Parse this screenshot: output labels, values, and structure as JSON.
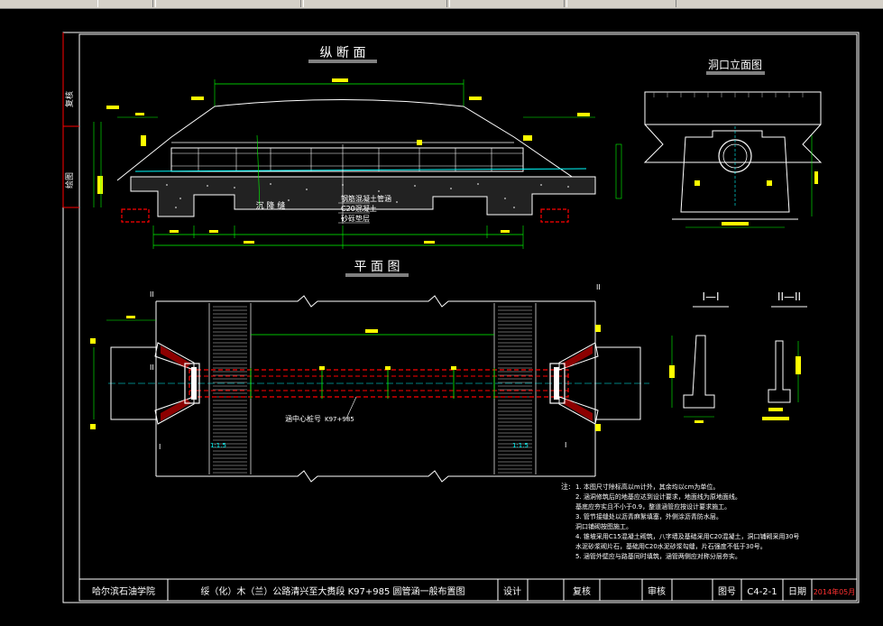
{
  "sheet": {
    "left_strip": {
      "review": "复核",
      "drawing": "绘图"
    },
    "section_titles": {
      "longitudinal": "纵 断 面",
      "portal": "洞口立面图",
      "plan": "平 面 图",
      "sec1": "I—I",
      "sec2": "II—II"
    },
    "labels": {
      "settlement_joint": "沉 降 缝",
      "layer1": "钢筋混凝土管涵",
      "layer2": "C20混凝土",
      "layer3": "砂砾垫层",
      "culvert_center": "涵中心桩号",
      "station": "K97+985",
      "slope": "1:1.5",
      "mark_I": "I",
      "mark_II": "II"
    },
    "notes": {
      "heading": "注:",
      "lines": [
        "1. 本图尺寸除标高以m计外，其余均以cm为单位。",
        "2. 涵洞修筑后的地基应达到设计要求，地面线为原地面线。",
        "   基底应夯实且不小于0.9，整道涵管应按设计要求施工。",
        "3. 管节接缝处以沥青麻絮填塞，外侧涂沥青防水层。",
        "   洞口铺砌按图施工。",
        "4. 锥坡采用C15混凝土砌筑，八字墙及基础采用C20混凝土，洞口铺砌采用30号",
        "   水泥砂浆砌片石，基础用C20水泥砂浆勾缝，片石强度不低于30号。",
        "5. 涵管外壁应与路基同时填筑，涵管两侧应对称分层夯实。"
      ]
    },
    "title_block": {
      "school": "哈尔滨石油学院",
      "project": "绥（化）木（兰）公路清兴至大赉段   K97+985  圆管涵一般布置图",
      "design": "设计",
      "review": "复核",
      "audit": "审核",
      "drawing_no_label": "图号",
      "drawing_no": "C4-2-1",
      "date_label": "日期",
      "date": "2014年05月"
    },
    "colors": {
      "frame": "#ffffff",
      "ground": "#ffffff",
      "dimension": "#00ff00",
      "label": "#ffff00",
      "culvert": "#ff0000",
      "water": "#00ffff",
      "strip": "#ff0000",
      "date": "#ff3030"
    }
  }
}
